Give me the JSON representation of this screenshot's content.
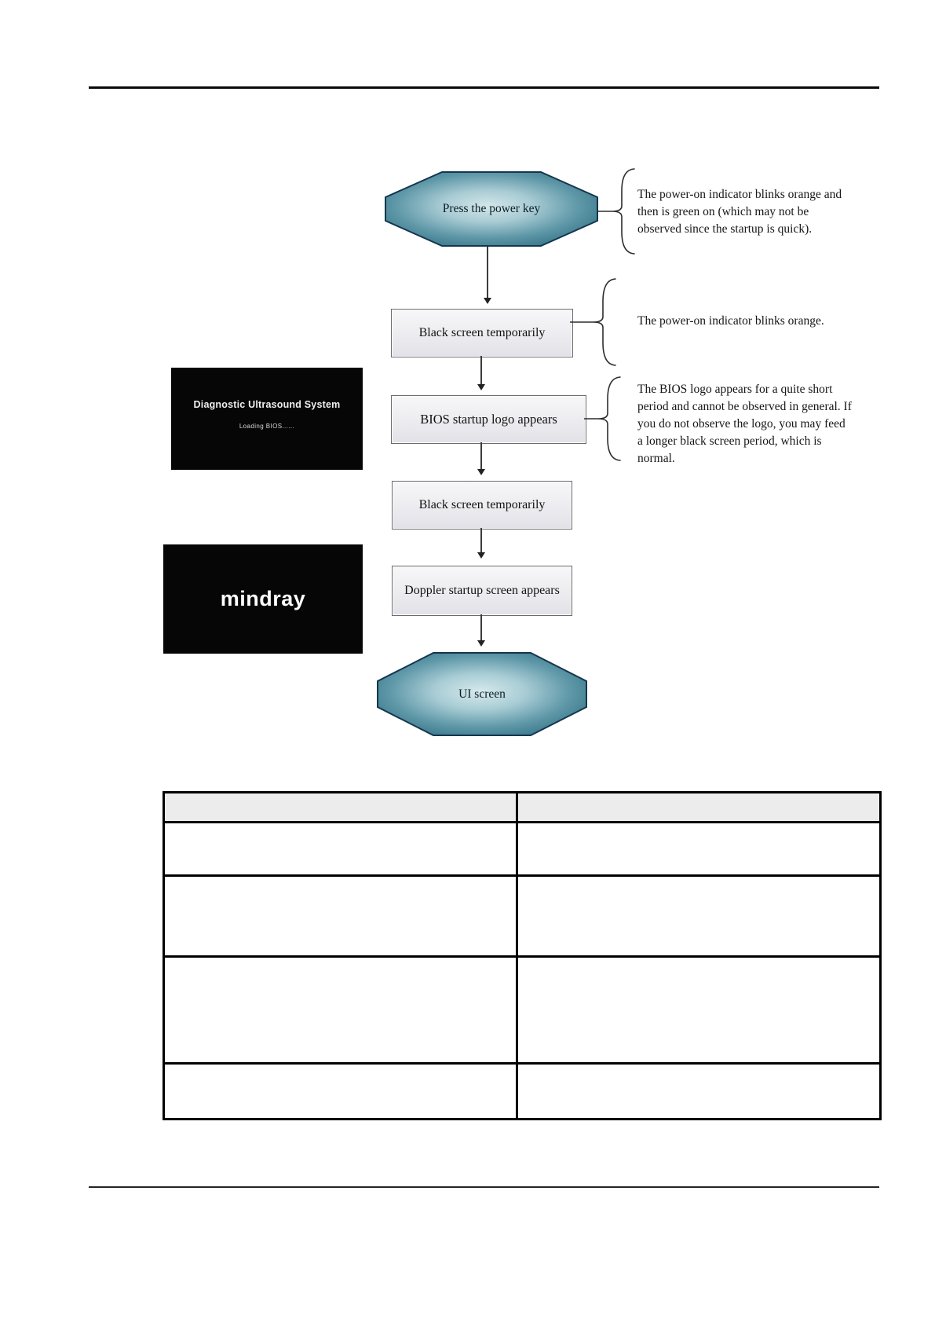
{
  "flowchart": {
    "nodes": [
      {
        "label": "Press the power key"
      },
      {
        "label": "Black screen temporarily"
      },
      {
        "label": "BIOS startup logo appears"
      },
      {
        "label": "Black screen temporarily"
      },
      {
        "label": "Doppler startup screen appears"
      },
      {
        "label": "UI screen"
      }
    ],
    "annotations": [
      {
        "text": "The power-on indicator blinks orange and\nthen is green on (which may not be\nobserved since the startup is quick)."
      },
      {
        "text": "The power-on indicator blinks orange."
      },
      {
        "text": "The BIOS logo appears for a quite short\nperiod and cannot be observed in general. If\nyou do not observe the logo, you may feed\na longer black screen period, which is\nnormal."
      }
    ]
  },
  "screenshots": {
    "bios": {
      "title": "Diagnostic Ultrasound System",
      "loading_text": "Loading BIOS......"
    },
    "doppler": {
      "logo_text": "mindray"
    }
  },
  "table": {
    "header": [
      "",
      ""
    ],
    "rows": [
      [
        "",
        ""
      ],
      [
        "",
        ""
      ],
      [
        "",
        ""
      ],
      [
        "",
        ""
      ]
    ]
  },
  "colors": {
    "octagon_center": "#d3e7ea",
    "octagon_edge": "#2c6679",
    "octagon_border": "#14364e",
    "box_fill": "#ececf0",
    "table_header_bg": "#ececec",
    "screenshot_bg": "#060606",
    "rule_color": "#0a0a0a"
  }
}
